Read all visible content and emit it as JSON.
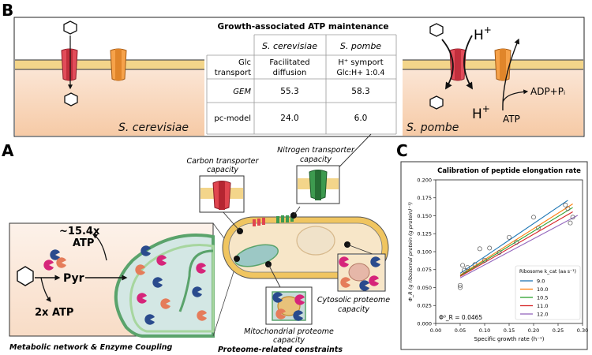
{
  "panels": {
    "b": "B",
    "a": "A",
    "c": "C"
  },
  "panel_b": {
    "table_title": "Growth-associated ATP maintenance",
    "col_sc": "S. cerevisiae",
    "col_sp": "S. pombe",
    "row_transport_1": "Glc",
    "row_transport_2": "transport",
    "sc_transport_1": "Facilitated",
    "sc_transport_2": "diffusion",
    "sp_transport_1": "H⁺ symport",
    "sp_transport_2": "Glc:H+ 1:0.4",
    "row_gem": "GEM",
    "sc_gem": "55.3",
    "sp_gem": "58.3",
    "row_pc": "pc-model",
    "sc_pc": "24.0",
    "sp_pc": "6.0",
    "left_label": "S. cerevisiae",
    "right_label": "S. pombe",
    "h_top": "H+",
    "h_bottom": "H+",
    "adp": "ADP+Pᵢ",
    "atp": "ATP"
  },
  "panel_a": {
    "atp_mito_1": "~15.4x",
    "atp_mito_2": "ATP",
    "pyr": "Pyr",
    "atp_glyc": "2x ATP",
    "carbon_1": "Carbon transporter",
    "carbon_2": "capacity",
    "nitrogen_1": "Nitrogen transporter",
    "nitrogen_2": "capacity",
    "cyto_1": "Cytosolic proteome",
    "cyto_2": "capacity",
    "mito_1": "Mitochondrial proteome",
    "mito_2": "capacity",
    "caption_left": "Metabolic network & Enzyme Coupling",
    "caption_right": "Proteome-related constraints"
  },
  "colors": {
    "membrane": "#f0c560",
    "cell_fill": "#f7e6c8",
    "mito": "#9cc8c5",
    "carbon": "#e0454f",
    "nitrogen": "#3d9a4f"
  },
  "chart_data": {
    "type": "scatter",
    "title": "Calibration of peptide elongation rate",
    "xlabel": "Specific growth rate (h⁻¹)",
    "ylabel": "Φ_R (g ribosomal protein (g protein)⁻¹)",
    "xlim": [
      0.0,
      0.3
    ],
    "ylim": [
      0.0,
      0.2
    ],
    "xticks": [
      "0.00",
      "0.05",
      "0.10",
      "0.15",
      "0.20",
      "0.25",
      "0.30"
    ],
    "yticks": [
      "0.000",
      "0.025",
      "0.050",
      "0.075",
      "0.100",
      "0.125",
      "0.150",
      "0.175",
      "0.200"
    ],
    "annotation": "Φ⁰_R = 0.0465",
    "legend_title": "Ribosome k_cat (aa s⁻¹)",
    "legend_position": "lower-right",
    "points": [
      {
        "x": 0.05,
        "y": 0.05
      },
      {
        "x": 0.05,
        "y": 0.053
      },
      {
        "x": 0.055,
        "y": 0.081
      },
      {
        "x": 0.058,
        "y": 0.074
      },
      {
        "x": 0.065,
        "y": 0.078
      },
      {
        "x": 0.08,
        "y": 0.082
      },
      {
        "x": 0.09,
        "y": 0.104
      },
      {
        "x": 0.1,
        "y": 0.088
      },
      {
        "x": 0.11,
        "y": 0.105
      },
      {
        "x": 0.13,
        "y": 0.099
      },
      {
        "x": 0.15,
        "y": 0.12
      },
      {
        "x": 0.165,
        "y": 0.113
      },
      {
        "x": 0.2,
        "y": 0.148
      },
      {
        "x": 0.21,
        "y": 0.133
      },
      {
        "x": 0.265,
        "y": 0.165
      },
      {
        "x": 0.27,
        "y": 0.16
      },
      {
        "x": 0.275,
        "y": 0.14
      },
      {
        "x": 0.28,
        "y": 0.148
      }
    ],
    "series": [
      {
        "name": "9.0",
        "color": "#1f77b4",
        "x": [
          0.05,
          0.27
        ],
        "y": [
          0.0698,
          0.1715
        ]
      },
      {
        "name": "10.0",
        "color": "#ff7f0e",
        "x": [
          0.05,
          0.28
        ],
        "y": [
          0.0675,
          0.1665
        ]
      },
      {
        "name": "10.5",
        "color": "#2ca02c",
        "x": [
          0.05,
          0.28
        ],
        "y": [
          0.0665,
          0.1615
        ]
      },
      {
        "name": "11.0",
        "color": "#d62728",
        "x": [
          0.05,
          0.28
        ],
        "y": [
          0.0655,
          0.1555
        ]
      },
      {
        "name": "12.0",
        "color": "#9467bd",
        "x": [
          0.05,
          0.29
        ],
        "y": [
          0.0635,
          0.1505
        ]
      }
    ]
  }
}
